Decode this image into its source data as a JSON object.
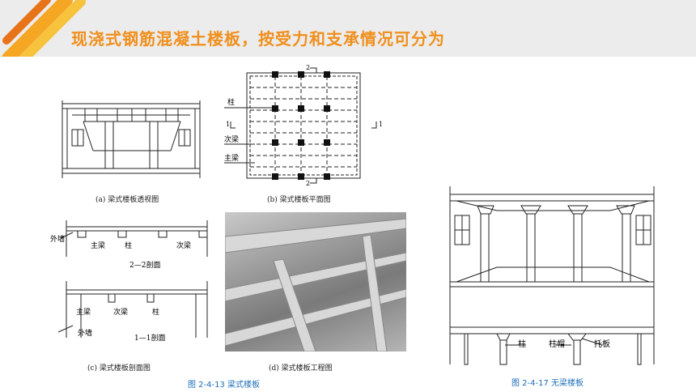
{
  "header": {
    "title": "现浇式钢筋混凝土楼板，按受力和支承情况可分为"
  },
  "figures": {
    "a_caption": "(a)  梁式楼板透视图",
    "b_caption": "(b)  梁式楼板平面图",
    "c_caption": "(c)  梁式楼板剖面图",
    "d_caption": "(d)  梁式楼板工程图",
    "b_labels": {
      "column": "柱",
      "secondary_beam": "次梁",
      "main_beam": "主梁",
      "sec_top": "2",
      "sec_bottom": "2",
      "sec_left": "1",
      "sec_right": "1"
    },
    "c_labels": {
      "outer_wall": "外墙",
      "main_beam": "主梁",
      "column": "柱",
      "secondary_beam": "次梁",
      "section_22": "2—2剖面",
      "main_beam_2": "主梁",
      "secondary_beam_2": "次梁",
      "column_2": "柱",
      "outer_wall_2": "外墙",
      "section_11": "1—1剖面"
    },
    "right_labels": {
      "column": "柱",
      "column_cap": "柱帽",
      "drop_panel": "托板"
    },
    "left_figure_caption": "图 2-4-13    梁式楼板",
    "right_figure_caption": "图 2-4-17    无梁楼板"
  },
  "colors": {
    "accent": "#f08f1c",
    "header_bg": "#ececec",
    "caption_blue": "#1c6fb8"
  }
}
